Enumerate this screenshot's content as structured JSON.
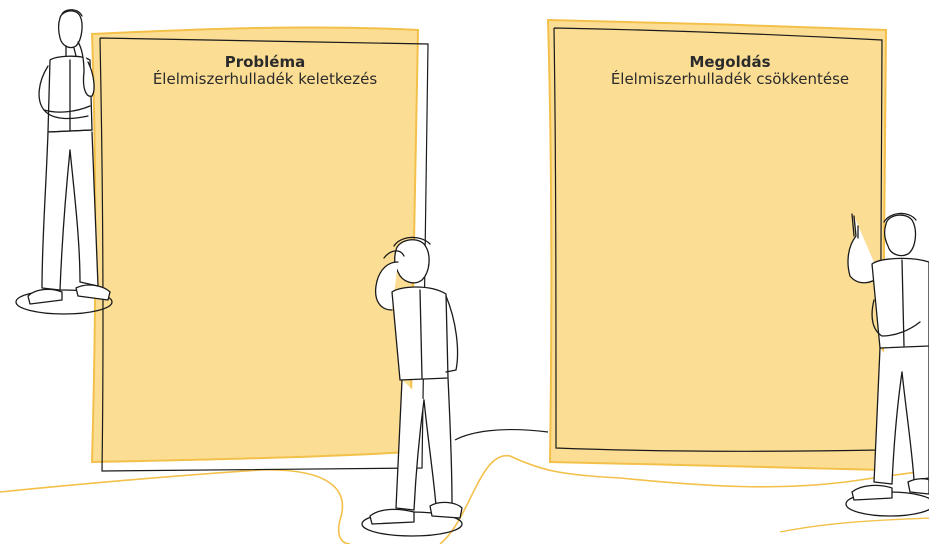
{
  "colors": {
    "panel_fill": "#fbdd94",
    "panel_stroke": "#f3c04a",
    "outline": "#1a1a1a",
    "ground_line": "#f3c04a"
  },
  "panels": {
    "problem": {
      "title": "Probléma",
      "subtitle": "Élelmiszerhulladék keletkezés"
    },
    "solution": {
      "title": "Megoldás",
      "subtitle": "Élelmiszerhulladék csökkentése"
    }
  },
  "figures": [
    {
      "name": "man-thinking-left",
      "icon": "thinking-person-icon"
    },
    {
      "name": "man-scratching-head-center",
      "icon": "confused-person-icon"
    },
    {
      "name": "man-idea-right",
      "icon": "idea-person-icon"
    }
  ]
}
